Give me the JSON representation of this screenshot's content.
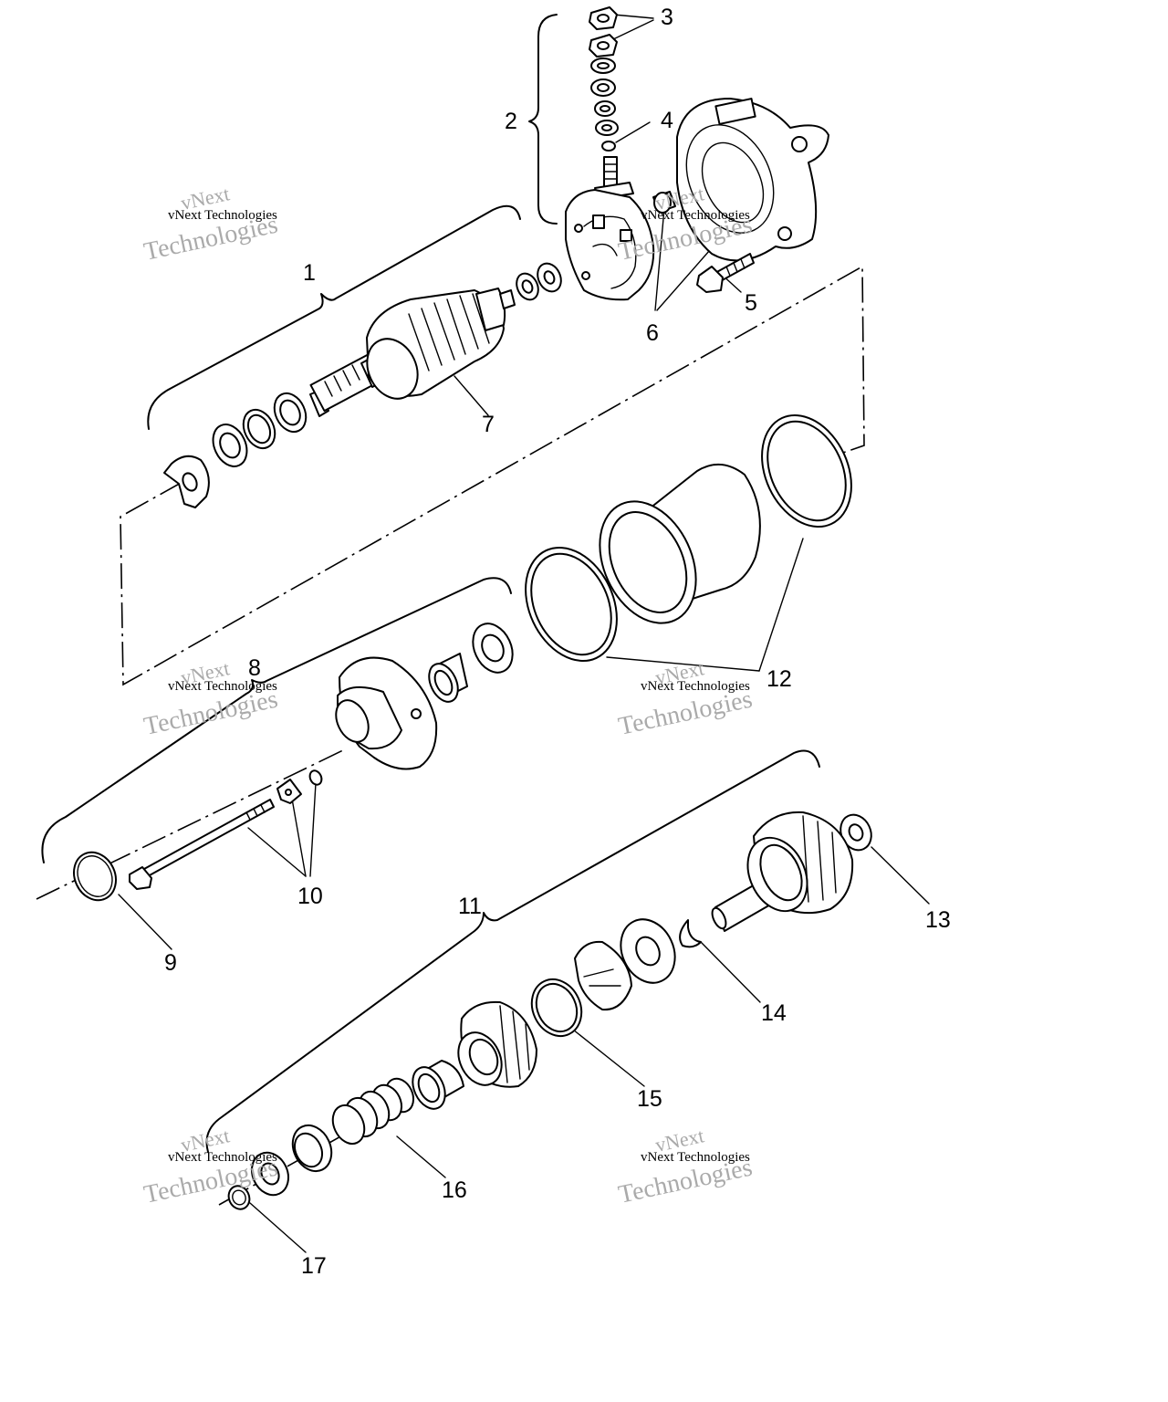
{
  "watermark": {
    "line1": "vNext Technologies",
    "line2": "vNext",
    "line3": "Technologies"
  },
  "callouts": [
    "1",
    "2",
    "3",
    "4",
    "5",
    "6",
    "7",
    "8",
    "9",
    "10",
    "11",
    "12",
    "13",
    "14",
    "15",
    "16",
    "17"
  ],
  "colors": {
    "ink": "#000000",
    "paper": "#ffffff",
    "watermark": "#aaaaaa"
  }
}
